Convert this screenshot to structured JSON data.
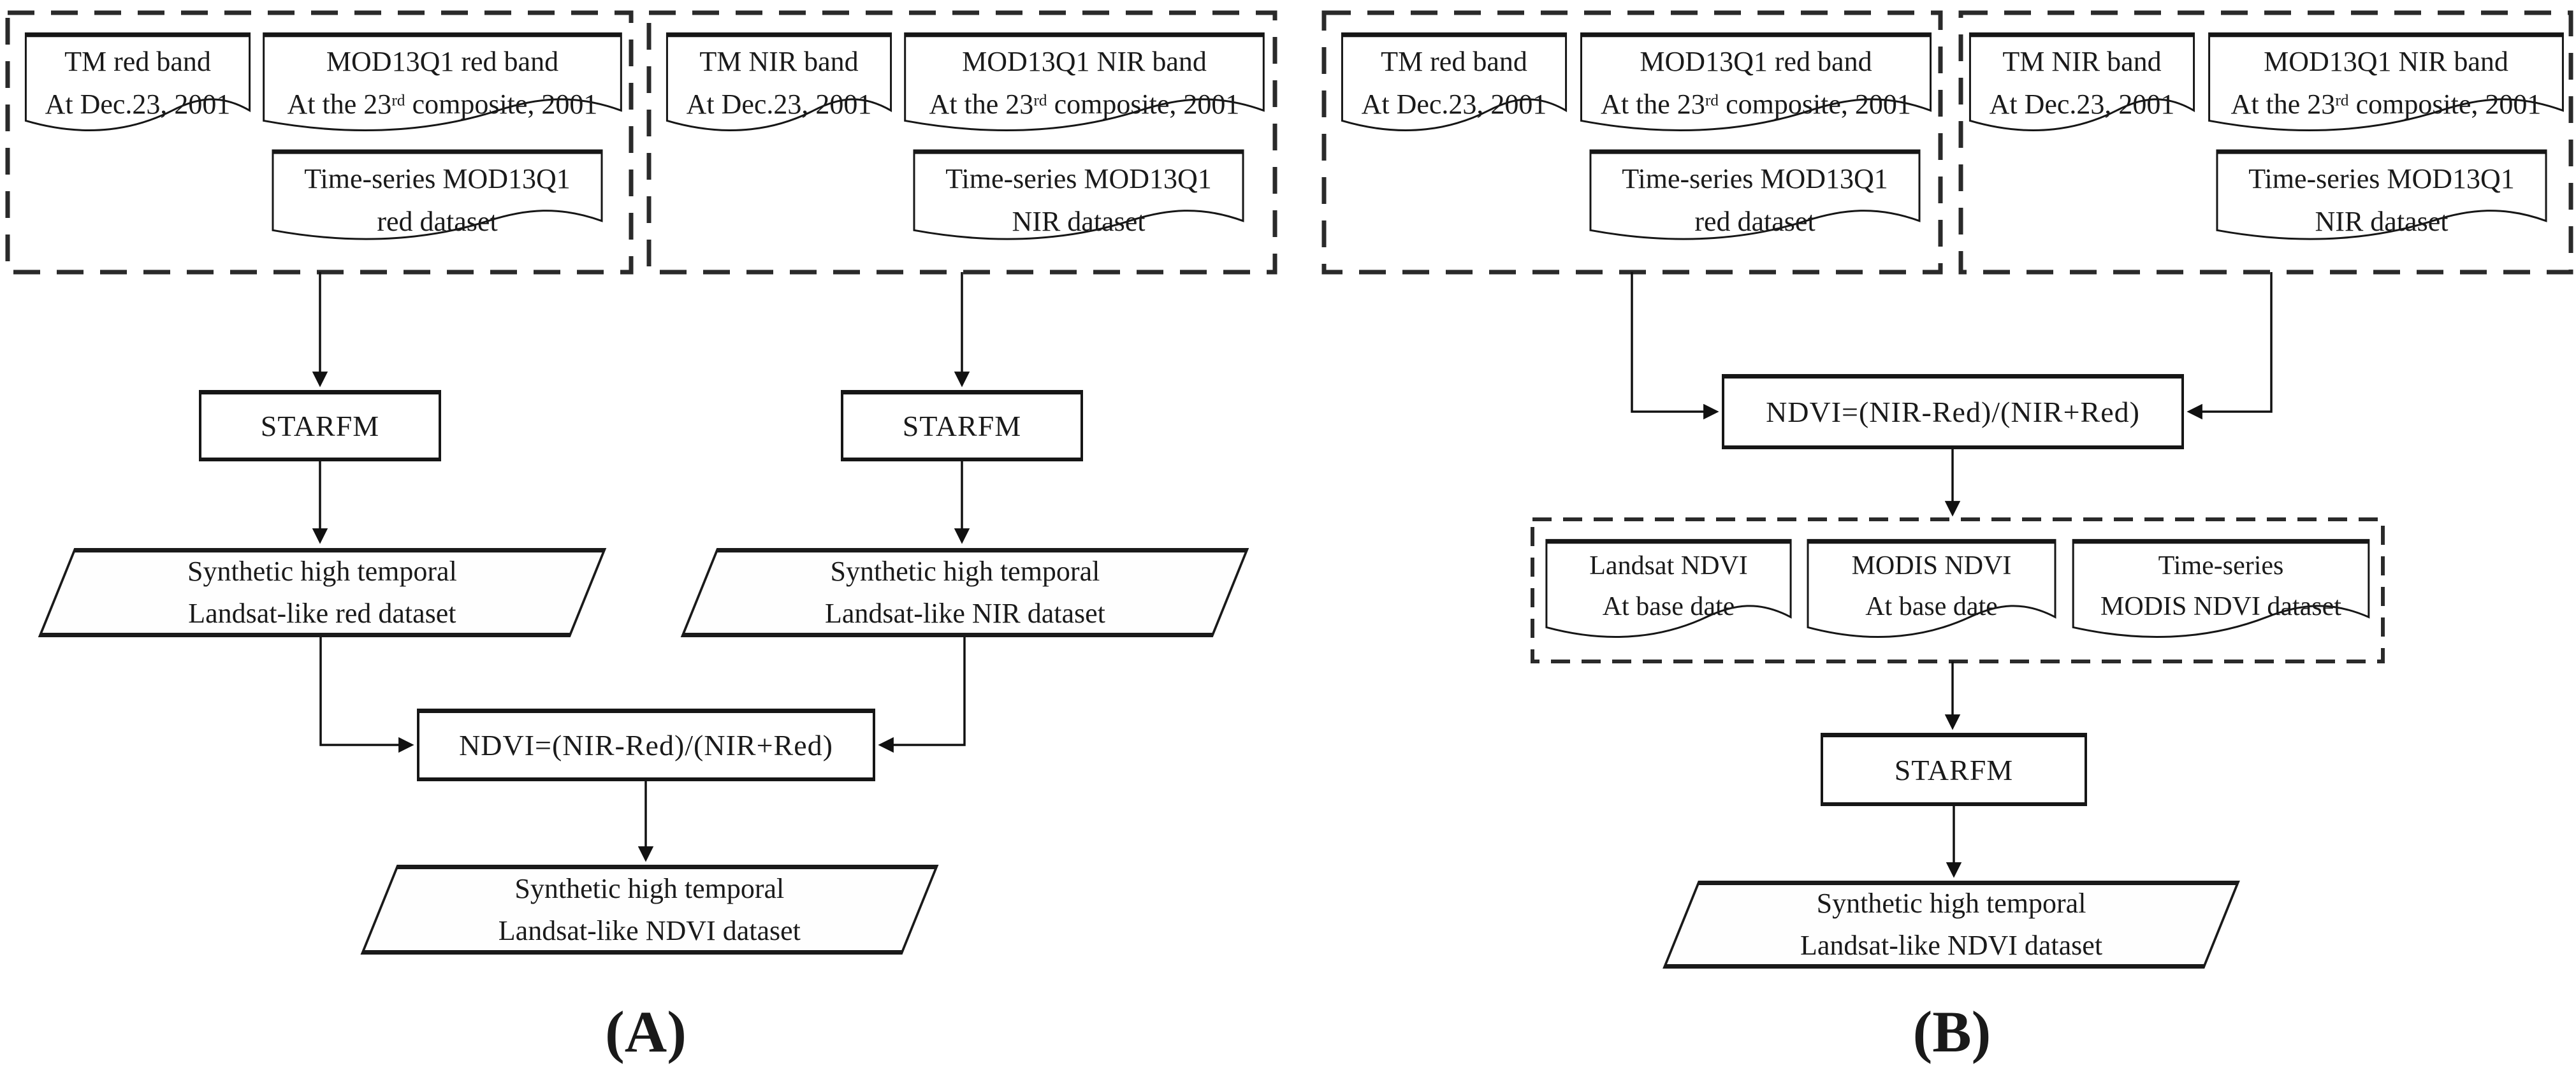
{
  "panelA": {
    "label": "(A)",
    "red_group": {
      "tm": {
        "line1": "TM red band",
        "line2": "At Dec.23, 2001"
      },
      "mod": {
        "line1": "MOD13Q1 red band",
        "line2_pre": "At the 23",
        "line2_sup": "rd",
        "line2_post": " composite, 2001"
      },
      "ts": {
        "line1": "Time-series MOD13Q1",
        "line2": "red dataset"
      }
    },
    "nir_group": {
      "tm": {
        "line1": "TM NIR band",
        "line2": "At Dec.23, 2001"
      },
      "mod": {
        "line1": "MOD13Q1 NIR band",
        "line2_pre": "At the 23",
        "line2_sup": "rd",
        "line2_post": " composite, 2001"
      },
      "ts": {
        "line1": "Time-series MOD13Q1",
        "line2": "NIR dataset"
      }
    },
    "starfm_red": "STARFM",
    "starfm_nir": "STARFM",
    "para_red": {
      "line1": "Synthetic high temporal",
      "line2": "Landsat-like red dataset"
    },
    "para_nir": {
      "line1": "Synthetic high temporal",
      "line2": "Landsat-like NIR dataset"
    },
    "ndvi_formula": "NDVI=(NIR-Red)/(NIR+Red)",
    "para_ndvi": {
      "line1": "Synthetic high temporal",
      "line2": "Landsat-like NDVI dataset"
    }
  },
  "panelB": {
    "label": "(B)",
    "red_group": {
      "tm": {
        "line1": "TM red band",
        "line2": "At Dec.23, 2001"
      },
      "mod": {
        "line1": "MOD13Q1 red band",
        "line2_pre": "At the 23",
        "line2_sup": "rd",
        "line2_post": " composite, 2001"
      },
      "ts": {
        "line1": "Time-series MOD13Q1",
        "line2": "red dataset"
      }
    },
    "nir_group": {
      "tm": {
        "line1": "TM NIR band",
        "line2": "At Dec.23, 2001"
      },
      "mod": {
        "line1": "MOD13Q1 NIR band",
        "line2_pre": "At the 23",
        "line2_sup": "rd",
        "line2_post": " composite, 2001"
      },
      "ts": {
        "line1": "Time-series MOD13Q1",
        "line2": "NIR dataset"
      }
    },
    "ndvi_formula": "NDVI=(NIR-Red)/(NIR+Red)",
    "base_group": {
      "landsat": {
        "line1": "Landsat NDVI",
        "line2": "At base date"
      },
      "modis": {
        "line1": "MODIS NDVI",
        "line2": "At base date"
      },
      "ts": {
        "line1": "Time-series",
        "line2": "MODIS NDVI dataset"
      }
    },
    "starfm": "STARFM",
    "para_ndvi": {
      "line1": "Synthetic high temporal",
      "line2": "Landsat-like NDVI dataset"
    }
  },
  "colors": {
    "ink": "#1a1a1a",
    "border": "#161616",
    "background": "#ffffff"
  }
}
